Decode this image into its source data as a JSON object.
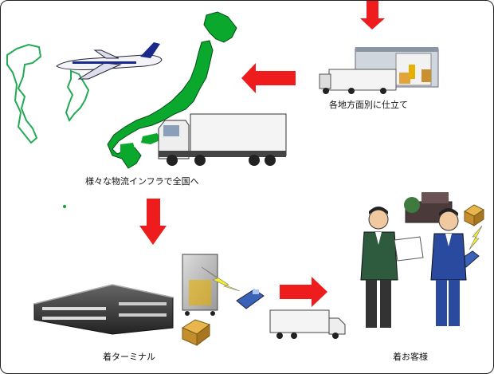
{
  "labels": {
    "sorting": "各地方面別に仕立て",
    "infrastructure": "様々な物流インフラで全国へ",
    "arrival_terminal": "着ターミナル",
    "customer": "着お客様"
  },
  "colors": {
    "arrow": "#ee1c1c",
    "japan": "#0aa82d",
    "korea_outline": "#22aa55",
    "truck": "#f4f4f4"
  },
  "icons": [
    "airplane-icon",
    "japan-map",
    "truck-icon",
    "warehouse-icon",
    "terminal-building-icon",
    "cart-icon",
    "handheld-scanner-icon",
    "package-icon",
    "businessman-icon",
    "lightning-icon"
  ]
}
